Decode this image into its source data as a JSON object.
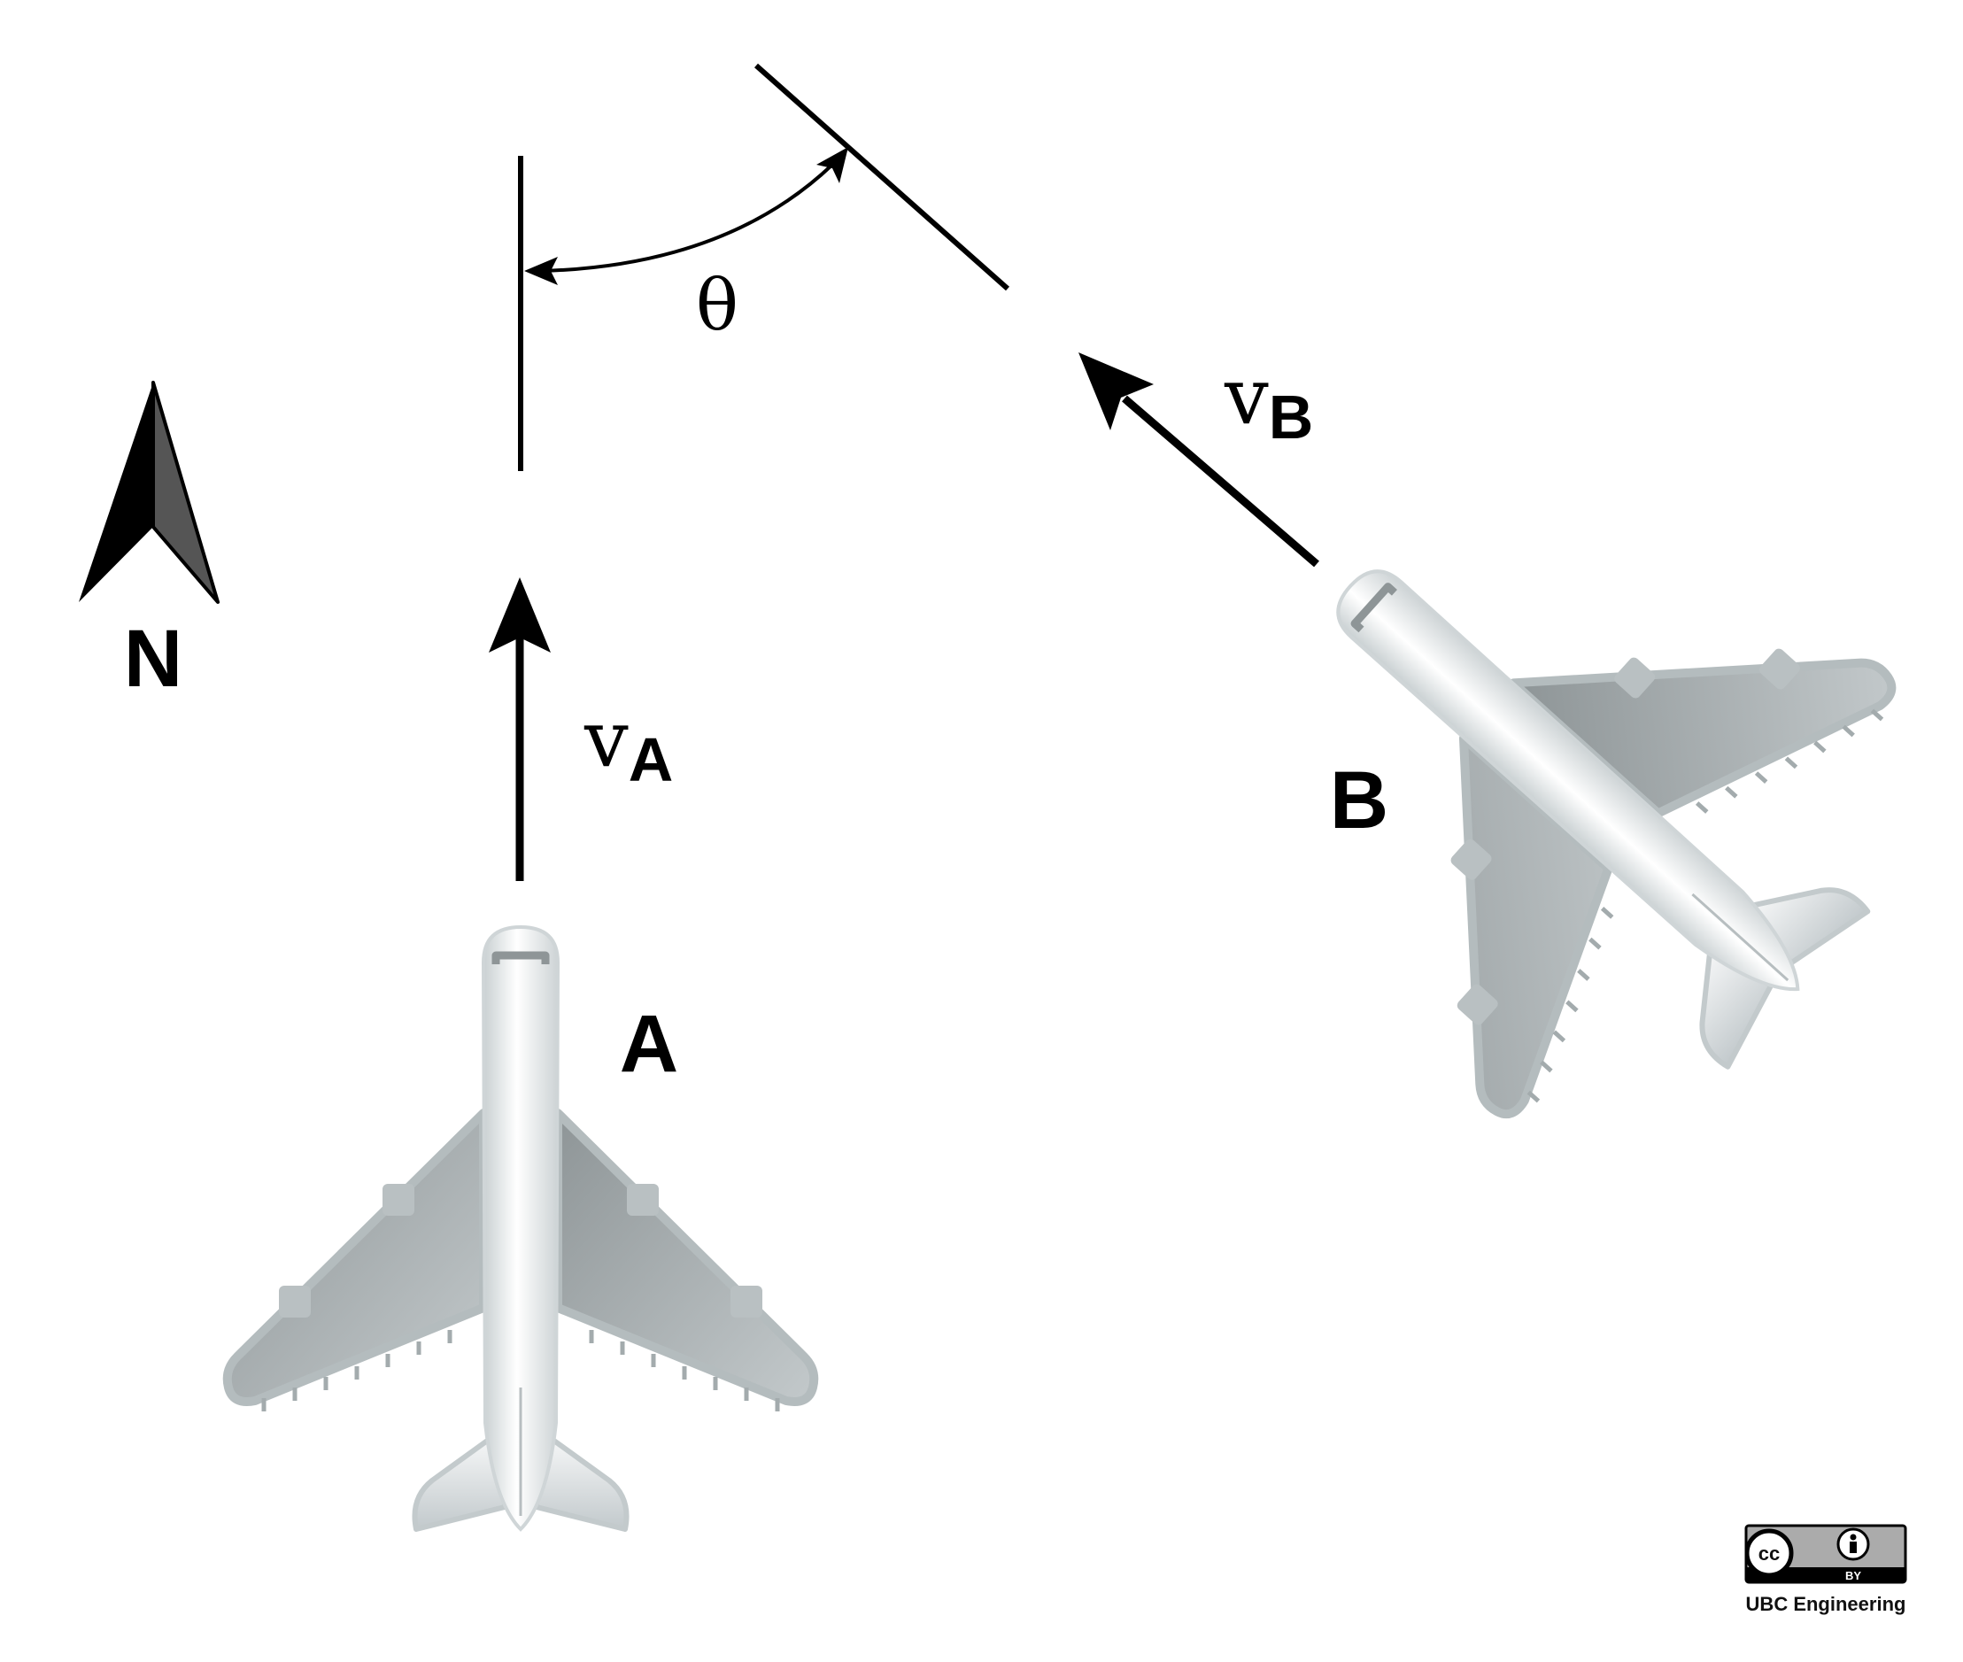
{
  "labels": {
    "north": "N",
    "plane_a": "A",
    "plane_b": "B",
    "velocity_a_symbol": "v",
    "velocity_a_subscript": "A",
    "velocity_b_symbol": "v",
    "velocity_b_subscript": "B",
    "angle": "θ"
  },
  "license": {
    "cc_mark": "cc",
    "by_text": "BY",
    "credit": "UBC Engineering"
  },
  "icons": {
    "compass": "north-arrow-icon",
    "aircraft": "airplane-icon",
    "license": "creative-commons-by-icon"
  },
  "colors": {
    "ink": "#000000",
    "wing_grey": "#a9b0b2",
    "fuselage_white": "#f4f6f6",
    "compass_shadow": "#555555"
  }
}
